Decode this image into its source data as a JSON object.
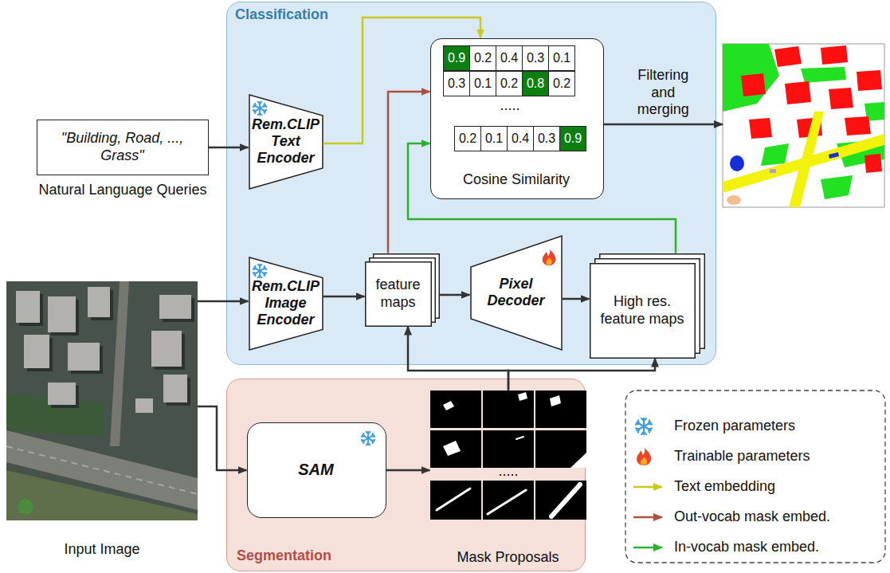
{
  "diagram": {
    "nodes": [
      {
        "text": [
          "Classification"
        ]
      },
      {
        "text": [
          "Rem.CLIP Text Encoder"
        ],
        "in": 0
      },
      {
        "text": [
          "Cosine Similarity"
        ],
        "in": 0
      },
      {
        "text": [
          "Rem.CLIP Image Encoder"
        ],
        "in": 0
      },
      {
        "text": [
          "feature maps"
        ],
        "in": 0
      },
      {
        "text": [
          "Pixel Decoder"
        ],
        "in": 0
      },
      {
        "text": [
          "High res. feature maps"
        ],
        "in": 0
      },
      {
        "text": [
          "\"Building, Road, ..., Grass\"",
          "Natural Language Queries"
        ]
      },
      {
        "text": []
      },
      {
        "text": [
          "Input Image"
        ]
      },
      {
        "text": [
          "Segmentation"
        ]
      },
      {
        "text": [
          "SAM"
        ],
        "in": 10
      },
      {
        "text": [
          "Mask Proposals"
        ],
        "in": 10
      }
    ],
    "edges": [
      {
        "from": 7,
        "to": 1,
        "arrow": "to"
      },
      {
        "from": 1,
        "to": 2,
        "arrow": "to"
      },
      {
        "from": 9,
        "to": 3,
        "arrow": "to"
      },
      {
        "from": 3,
        "to": 4,
        "arrow": "to"
      },
      {
        "from": 4,
        "to": 2,
        "arrow": "to"
      },
      {
        "from": 4,
        "to": 5,
        "arrow": "to"
      },
      {
        "from": 5,
        "to": 6,
        "arrow": "to"
      },
      {
        "from": 6,
        "to": 2,
        "arrow": "to"
      },
      {
        "from": 2,
        "to": 8,
        "label": "Filtering and merging",
        "arrow": "to"
      },
      {
        "from": 9,
        "to": 11,
        "arrow": "to"
      },
      {
        "from": 11,
        "to": 12,
        "arrow": "to"
      },
      {
        "from": 12,
        "to": 4,
        "arrow": "to"
      },
      {
        "from": 12,
        "to": 6,
        "arrow": "to"
      }
    ],
    "labels": [
      "0.9",
      "0.2",
      "0.4",
      "0.3",
      "0.1",
      "0.3",
      "0.1",
      "0.2",
      "0.8",
      "0.2",
      ".....",
      "0.2",
      "0.1",
      "0.4",
      "0.3",
      "0.9",
      "....."
    ],
    "legend": [
      {
        "text": "Frozen parameters"
      },
      {
        "text": "Trainable parameters"
      },
      {
        "text": "Text embedding"
      },
      {
        "text": "Out-vocab mask embed."
      },
      {
        "text": "In-vocab mask embed."
      }
    ]
  }
}
